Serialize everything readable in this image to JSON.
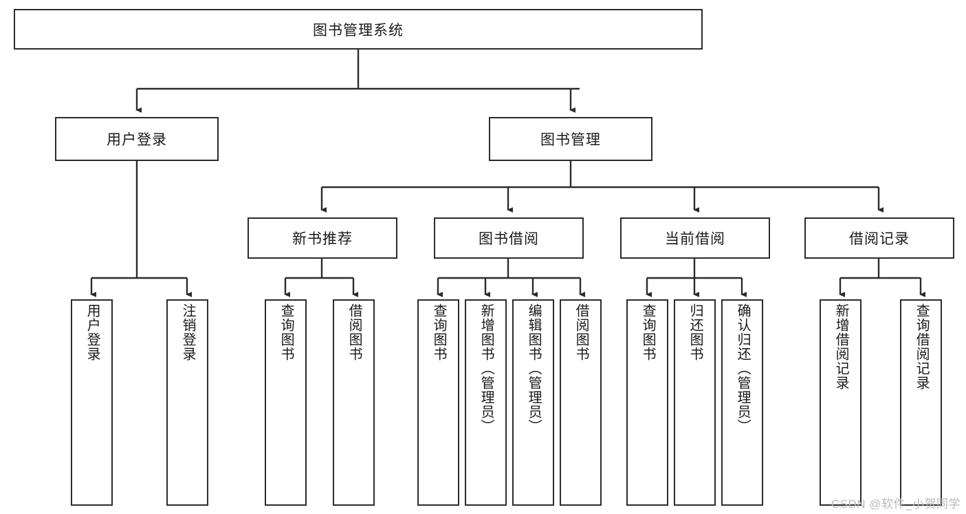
{
  "diagram": {
    "title": "图书管理系统",
    "type": "tree-hierarchy",
    "root": {
      "label": "图书管理系统"
    },
    "level2": [
      {
        "label": "用户登录"
      },
      {
        "label": "图书管理"
      }
    ],
    "level3": [
      {
        "label": "新书推荐"
      },
      {
        "label": "图书借阅"
      },
      {
        "label": "当前借阅"
      },
      {
        "label": "借阅记录"
      }
    ],
    "leaves": {
      "user_login": [
        {
          "label": "用户登录"
        },
        {
          "label": "注销登录"
        }
      ],
      "new_book_recommend": [
        {
          "label": "查询图书"
        },
        {
          "label": "借阅图书"
        }
      ],
      "book_borrow": [
        {
          "label": "查询图书"
        },
        {
          "label": "新增图书（管理员）"
        },
        {
          "label": "编辑图书（管理员）"
        },
        {
          "label": "借阅图书"
        }
      ],
      "current_borrow": [
        {
          "label": "查询图书"
        },
        {
          "label": "归还图书"
        },
        {
          "label": "确认归还（管理员）"
        }
      ],
      "borrow_record": [
        {
          "label": "新增借阅记录"
        },
        {
          "label": "查询借阅记录"
        }
      ]
    }
  },
  "watermark": {
    "text": "CSDN @软件_小贺同学"
  },
  "colors": {
    "border": "#2b2b2b",
    "background": "#ffffff",
    "text": "#1a1a1a",
    "watermark": "#b9b9b9"
  }
}
